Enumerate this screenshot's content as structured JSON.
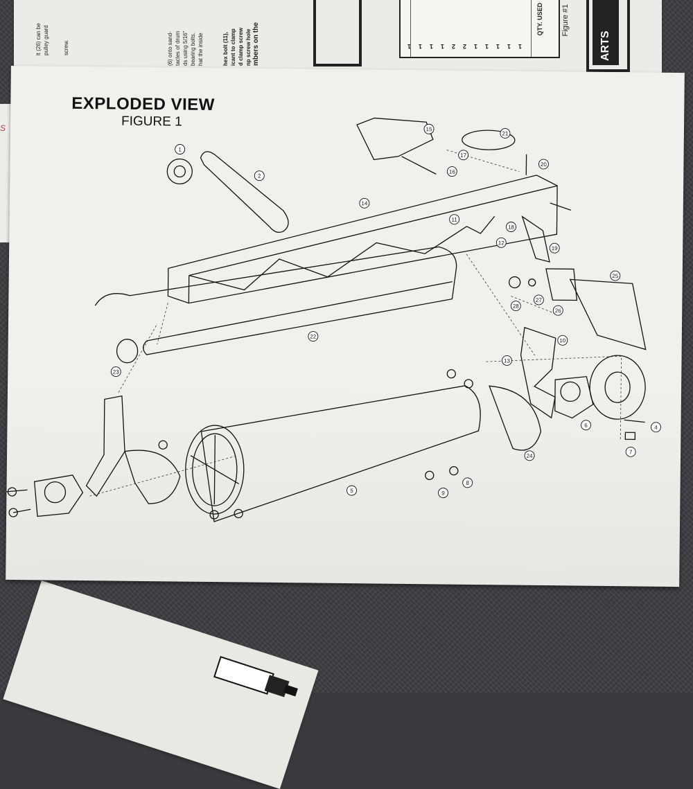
{
  "top_page": {
    "left_text_lines": [
      "mbers on the",
      "np screw hole",
      "d clamp screw",
      "icant to clamp",
      "hex bolt (11),"
    ],
    "left_col_a": [
      "(6) onto sand-",
      "tacles of drum",
      "ds using 5/16\"",
      "bearing bolts.",
      "hat the inside"
    ],
    "left_col_b": [
      "lt (26) can be",
      "pulley guard",
      "screw."
    ],
    "parts_header": "ARTS",
    "figure_ref": "Figure #1",
    "qty_header": "QTY. USED",
    "qty_values": [
      "1",
      "1",
      "1",
      "1",
      "2",
      "2",
      "1",
      "1",
      "1",
      "1",
      "1"
    ]
  },
  "main_page": {
    "title": "EXPLODED VIEW",
    "subtitle": "FIGURE 1",
    "callouts": [
      "1",
      "2",
      "4",
      "5",
      "6",
      "7",
      "8",
      "9",
      "10",
      "11",
      "12",
      "13",
      "14",
      "15",
      "16",
      "17",
      "18",
      "19",
      "20",
      "21",
      "22",
      "23",
      "24",
      "25",
      "26",
      "27",
      "28"
    ]
  },
  "colors": {
    "paper": "#f1f0ec",
    "ink": "#111111",
    "carpet": "#3e3e43"
  }
}
